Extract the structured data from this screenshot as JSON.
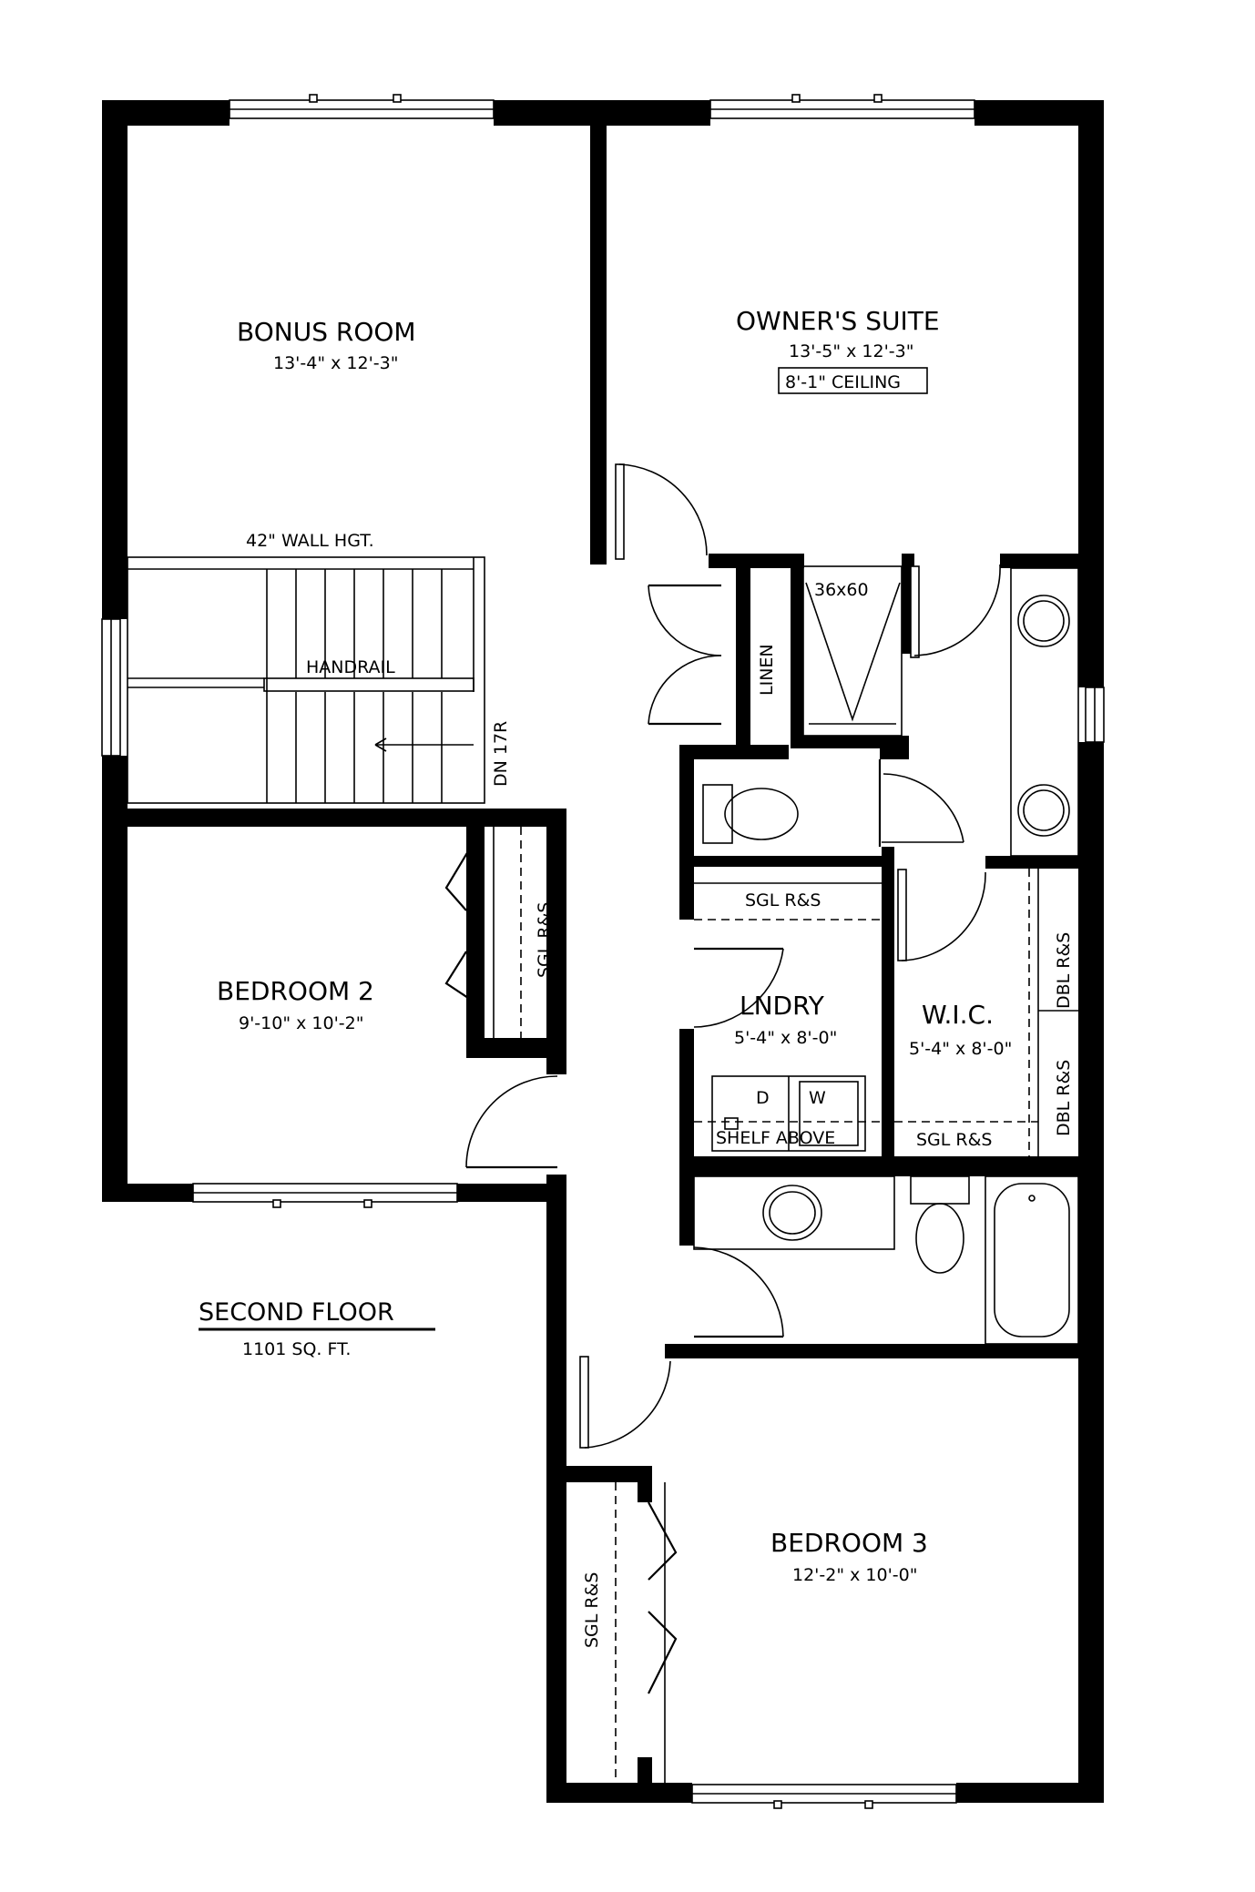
{
  "plan": {
    "title": "SECOND FLOOR",
    "area": "1101 SQ. FT."
  },
  "rooms": {
    "bonus": {
      "name": "BONUS ROOM",
      "dims": "13'-4\" x 12'-3\""
    },
    "owners": {
      "name": "OWNER'S SUITE",
      "dims": "13'-5\" x 12'-3\"",
      "ceiling": "8'-1\" CEILING"
    },
    "bedroom2": {
      "name": "BEDROOM 2",
      "dims": "9'-10\" x 10'-2\""
    },
    "bedroom3": {
      "name": "BEDROOM 3",
      "dims": "12'-2\" x 10'-0\""
    },
    "laundry": {
      "name": "LNDRY",
      "dims": "5'-4\" x 8'-0\""
    },
    "wic": {
      "name": "W.I.C.",
      "dims": "5'-4\" x 8'-0\""
    }
  },
  "notes": {
    "wall_height": "42\" WALL HGT.",
    "handrail": "HANDRAIL",
    "stairs": "DN 17R",
    "linen": "LINEN",
    "shower": "36x60",
    "shelf": "SHELF ABOVE",
    "dryer": "D",
    "washer": "W",
    "sgl_rs": "SGL R&S",
    "dbl_rs": "DBL R&S"
  }
}
